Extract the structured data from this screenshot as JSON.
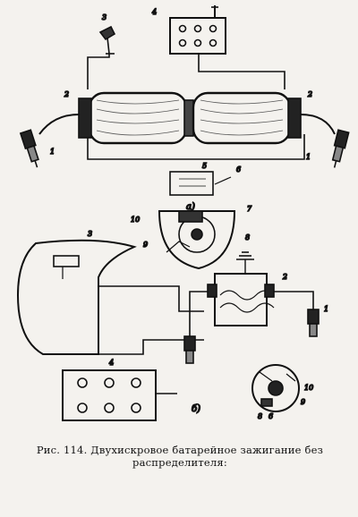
{
  "figure": {
    "caption": "Рис. 114. Двухискровое батарейное зажигание без распределителя:",
    "panel_a_label": "а)",
    "panel_b_label": "б)",
    "part_numbers": [
      "1",
      "2",
      "3",
      "4",
      "5",
      "6",
      "7",
      "8",
      "9",
      "10"
    ]
  }
}
